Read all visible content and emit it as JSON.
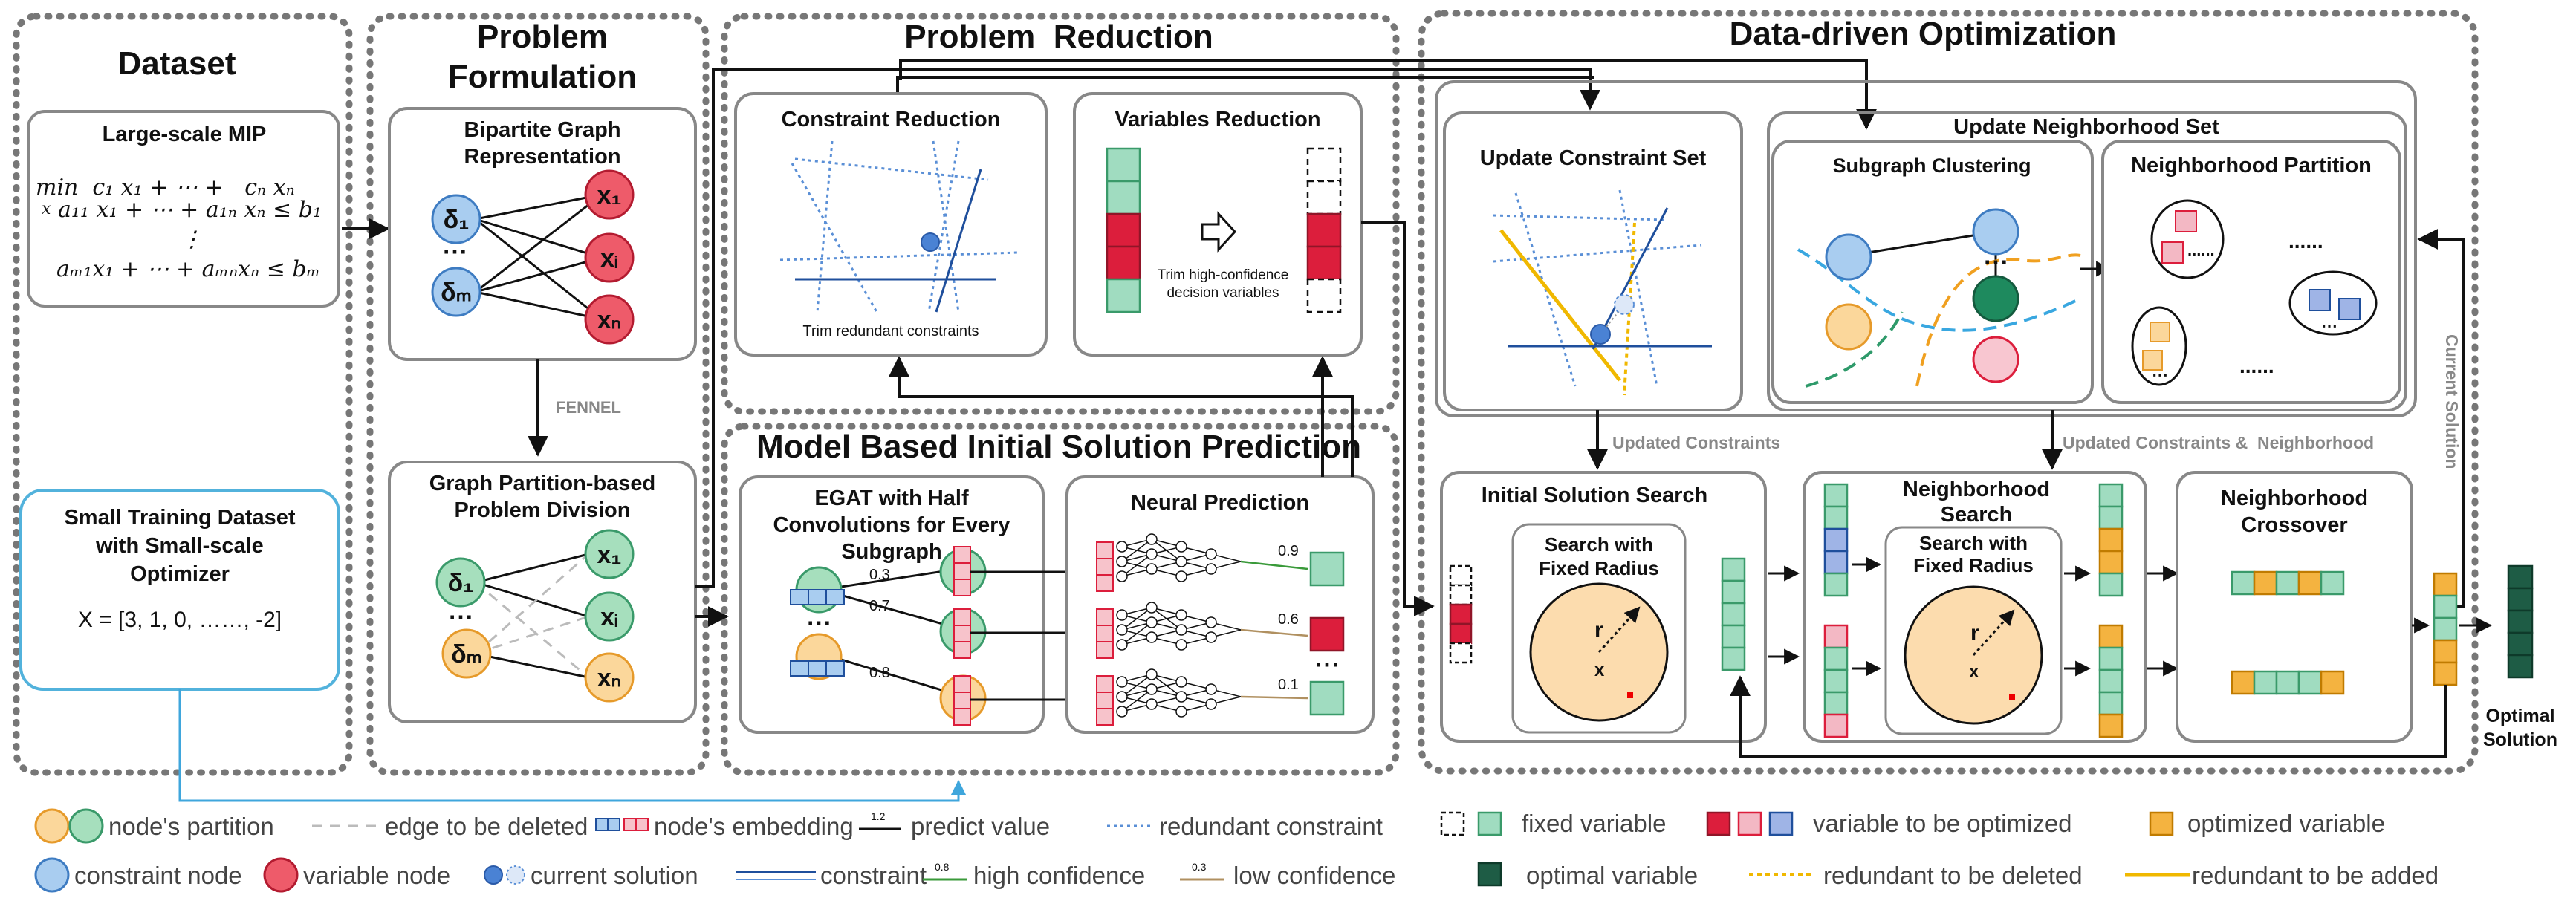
{
  "sections": {
    "dataset": "Dataset",
    "problem_formulation": [
      "Problem",
      "Formulation"
    ],
    "problem_reduction": "Problem  Reduction",
    "model_prediction": "Model Based Initial Solution Prediction",
    "data_driven": "Data-driven Optimization"
  },
  "dataset": {
    "mip_title": "Large-scale MIP",
    "mip_lines": [
      "min  c₁ x₁ + ⋯ +   cₙ xₙ",
      "a₁₁ x₁ + ⋯ + a₁ₙ xₙ ≤ b₁",
      "⋮",
      "aₘ₁x₁ + ⋯ + aₘₙxₙ ≤ bₘ"
    ],
    "mip_min_sub": "x",
    "training_title": [
      "Small Training Dataset",
      "with Small-scale",
      "Optimizer"
    ],
    "training_example": "X = [3, 1, 0, ……, -2]"
  },
  "formulation": {
    "bipartite_title": [
      "Bipartite Graph",
      "Representation"
    ],
    "fennel": "FENNEL",
    "division_title": [
      "Graph Partition-based",
      "Problem Division"
    ],
    "nodes": {
      "d1": "δ₁",
      "dm": "δₘ",
      "x1": "x₁",
      "xi": "xᵢ",
      "xn": "xₙ",
      "dots": "⋯"
    }
  },
  "reduction": {
    "constraint_title": "Constraint Reduction",
    "constraint_caption": "Trim redundant constraints",
    "variables_title": "Variables Reduction",
    "variables_caption": [
      "Trim high-confidence",
      "decision variables"
    ]
  },
  "prediction": {
    "egat_title": [
      "EGAT with Half",
      "Convolutions for Every",
      "Subgraph"
    ],
    "edge_weights": [
      "0.3",
      "0.7",
      "0.8"
    ],
    "neural_title": "Neural Prediction",
    "predict_values": [
      "0.9",
      "0.6",
      "0.1"
    ]
  },
  "optimization": {
    "update_constraint_title": "Update Constraint Set",
    "update_neighborhood_title": "Update Neighborhood Set",
    "subgraph_clustering": "Subgraph Clustering",
    "neighborhood_partition": "Neighborhood Partition",
    "dots": "......",
    "updated_constraints": "Updated Constraints",
    "updated_constraints_neighborhood": "Updated Constraints &  Neighborhood",
    "current_solution": "Current Solution",
    "initial_search_title": "Initial Solution Search",
    "search_fixed_radius": [
      "Search with",
      "Fixed Radius"
    ],
    "neighborhood_search_title": [
      "Neighborhood",
      "Search"
    ],
    "crossover_title": [
      "Neighborhood",
      "Crossover"
    ],
    "radius_r": "r",
    "center_x": "x",
    "optimal_solution": [
      "Optimal",
      "Solution"
    ]
  },
  "legend": {
    "node_partition": "node's partition",
    "edge_deleted": "edge to be deleted",
    "node_embedding": "node's embedding",
    "predict_value": "predict value",
    "predict_sample": "1.2",
    "redundant_constraint": "redundant constraint",
    "constraint_node": "constraint node",
    "variable_node": "variable node",
    "current_solution": "current solution",
    "constraint": "constraint",
    "high_confidence": "high confidence",
    "high_sample": "0.8",
    "low_confidence": "low confidence",
    "low_sample": "0.3",
    "fixed_variable": "fixed variable",
    "variable_to_optimize": "variable to be optimized",
    "optimized_variable": "optimized variable",
    "optimal_variable": "optimal variable",
    "redundant_delete": "redundant to be deleted",
    "redundant_add": "redundant to be added"
  },
  "colors": {
    "blue_node": "#a9cdf0",
    "red_node": "#ee5b6a",
    "green_node": "#a6dfbd",
    "orange_node": "#fbd79b",
    "teal_var": "#a0dcc0",
    "red_var": "#dc1e3c",
    "pink_var": "#f3b8c4",
    "lav_var": "#9fb4e6",
    "orange_var": "#f4b340",
    "dark_green": "#1e5c45",
    "blue_line": "#1f4f9c",
    "dot_blue": "#5a8fd6",
    "yellow": "#f0b800",
    "cyan": "#39a7e0",
    "green_dash": "#2e9a6a"
  }
}
